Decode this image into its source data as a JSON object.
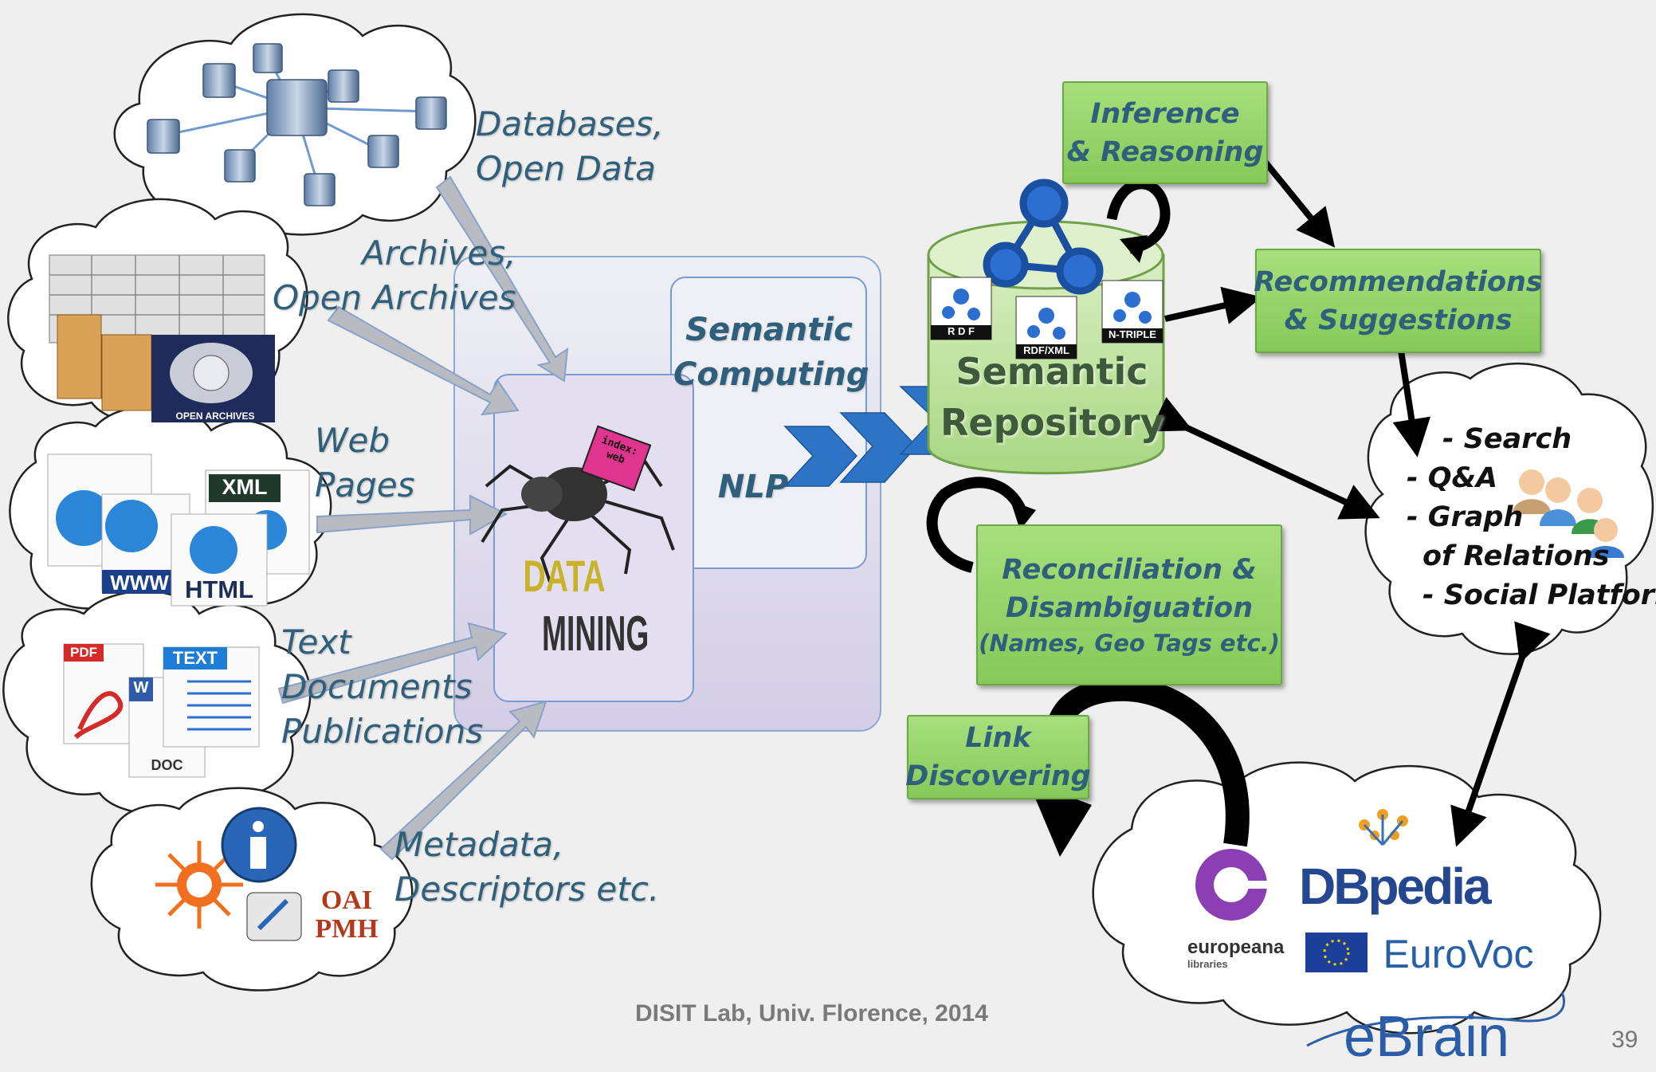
{
  "sources": [
    {
      "label": "Databases,\nOpen Data",
      "icon": "database-network-icon"
    },
    {
      "label": "Archives,\nOpen Archives",
      "icon": "archive-cabinet-icon"
    },
    {
      "label": "Web\nPages",
      "icon": "web-pages-icon"
    },
    {
      "label": "Text\nDocuments\nPublications",
      "icon": "documents-icon"
    },
    {
      "label": "Metadata,\nDescriptors etc.",
      "icon": "metadata-icon"
    }
  ],
  "icon_text": {
    "open_archives": "OPEN ARCHIVES",
    "xml": "XML",
    "www": "WWW",
    "html": "HTML",
    "pdf": "PDF",
    "text": "TEXT",
    "w": "W",
    "doc": "DOC",
    "oai": "OAI",
    "pmh": "PMH",
    "index_web": "index:\nweb",
    "data": "DATA",
    "mining": "MINING",
    "rdf": "R D F",
    "rdf_xml": "RDF/XML",
    "n_triple": "N-TRIPLE"
  },
  "processing": {
    "semantic_computing": "Semantic\nComputing",
    "nlp": "NLP"
  },
  "repository": {
    "label": "Semantic\nRepository"
  },
  "green_boxes": {
    "inference": "Inference\n& Reasoning",
    "recommendations": "Recommendations\n& Suggestions",
    "reconciliation_title": "Reconciliation &\nDisambiguation",
    "reconciliation_sub": "(Names, Geo Tags etc.)",
    "link_discovering": "Link\nDiscovering"
  },
  "user_services": [
    "- Search",
    "- Q&A",
    "- Graph",
    "of Relations",
    "- Social Platform"
  ],
  "linked_data": {
    "europeana": "europeana",
    "europeana_sub": "libraries",
    "dbpedia": "DBpedia",
    "eurovoc": "EuroVoc"
  },
  "footer": "DISIT Lab, Univ. Florence, 2014",
  "brand": "eBrain",
  "page_number": "39",
  "colors": {
    "green_box": "#8fd165",
    "label_blue": "#2f5f7a",
    "arrow_gray": "#b8bcc2",
    "chevron_blue": "#2e74c6",
    "repository": "#c8e6a9"
  }
}
